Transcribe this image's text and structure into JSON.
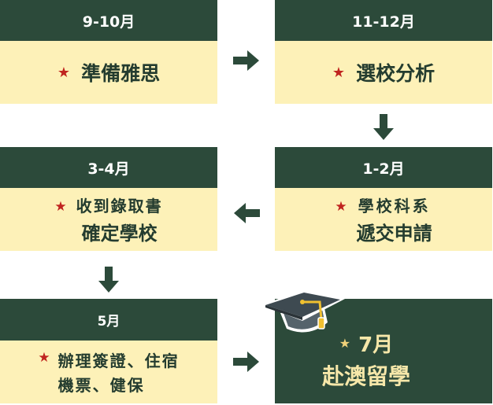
{
  "colors": {
    "header": "#2c4a3a",
    "body": "#fdf1b8",
    "star": "#c0241f",
    "text": "#243c2f",
    "final_star": "#f0d27a"
  },
  "steps": [
    {
      "period": "9-10月",
      "lines": [
        "準備雅思"
      ]
    },
    {
      "period": "11-12月",
      "lines": [
        "選校分析"
      ]
    },
    {
      "period": "1-2月",
      "lines": [
        "學校科系",
        "遞交申請"
      ]
    },
    {
      "period": "3-4月",
      "lines": [
        "收到錄取書",
        "確定學校"
      ]
    },
    {
      "period": "5月",
      "lines": [
        "辦理簽證、住宿",
        "機票、健保"
      ]
    }
  ],
  "final": {
    "period": "7月",
    "label": "赴澳留學",
    "icon": "graduation-cap-icon"
  },
  "star_glyph": "★"
}
